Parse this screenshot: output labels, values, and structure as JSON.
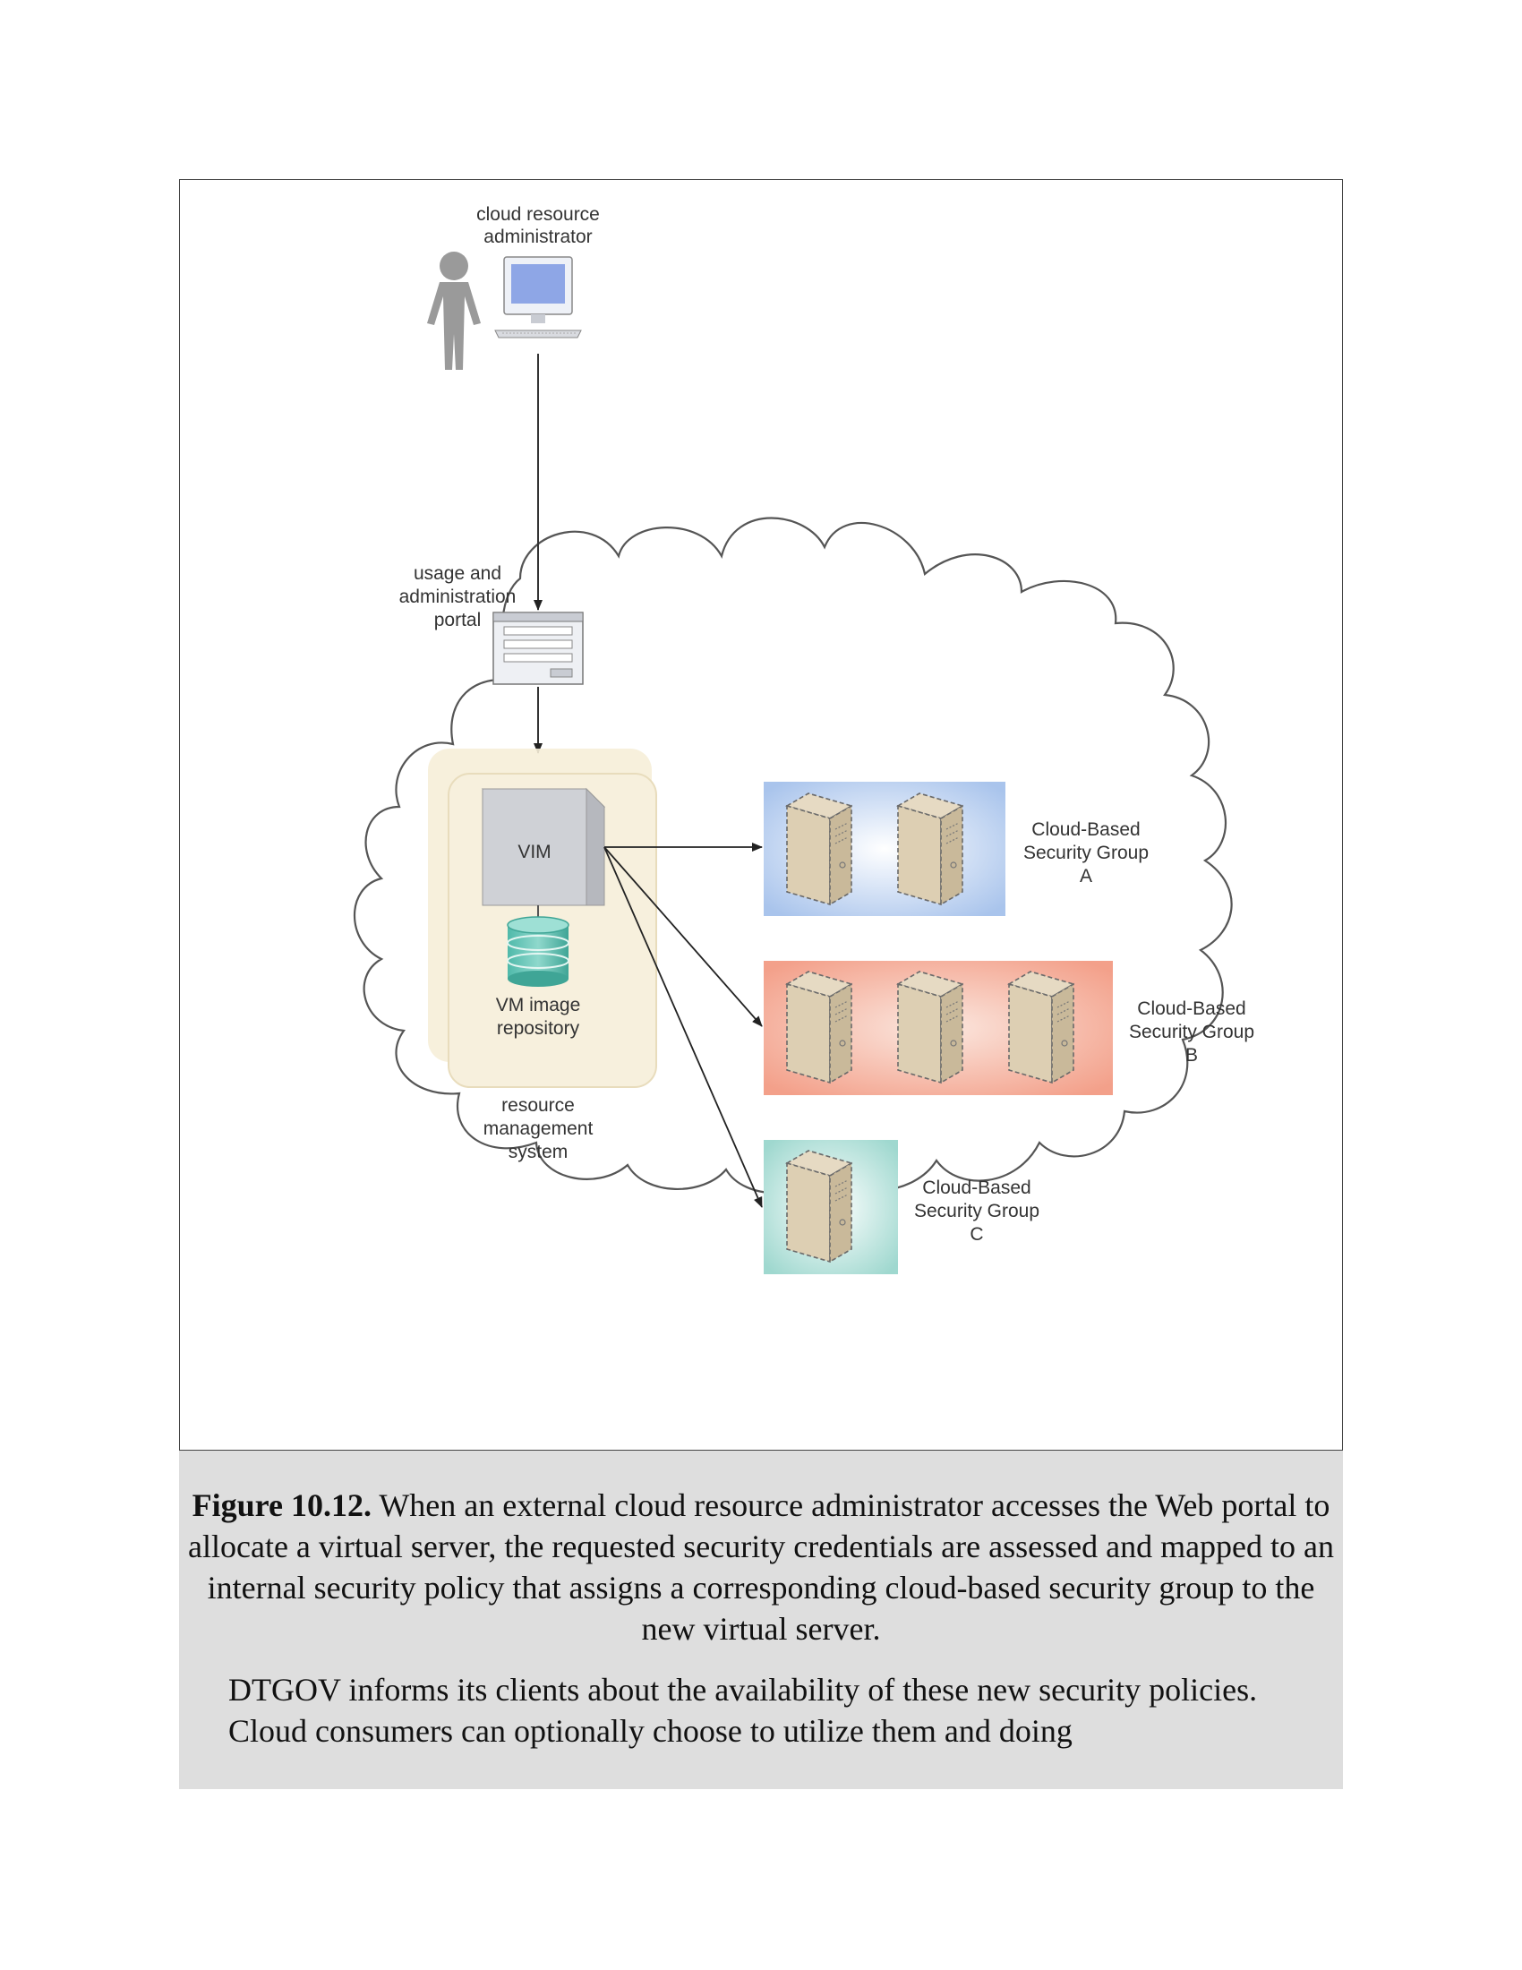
{
  "diagram": {
    "admin_label": [
      "cloud resource",
      "administrator"
    ],
    "portal_label": [
      "usage and",
      "administration",
      "portal"
    ],
    "vim_label": "VIM",
    "repo_label": [
      "VM image",
      "repository"
    ],
    "rms_label": [
      "resource",
      "management",
      "system"
    ],
    "groups": [
      {
        "lines": [
          "Cloud-Based",
          "Security Group",
          "A"
        ],
        "servers": 2,
        "color": "#a9c4ec"
      },
      {
        "lines": [
          "Cloud-Based",
          "Security Group",
          "B"
        ],
        "servers": 3,
        "color": "#f3a08a"
      },
      {
        "lines": [
          "Cloud-Based",
          "Security Group",
          "C"
        ],
        "servers": 1,
        "color": "#9fd8cf"
      }
    ]
  },
  "caption": {
    "figure_number": "Figure 10.12.",
    "text": "When an external cloud resource administrator accesses the Web portal to allocate a virtual server, the requested security credentials are assessed and mapped to an internal security policy that assigns a corresponding cloud-based security group to the new virtual server."
  },
  "body_text": "DTGOV informs its clients about the availability of these new security policies. Cloud consumers can optionally choose to utilize them and doing"
}
